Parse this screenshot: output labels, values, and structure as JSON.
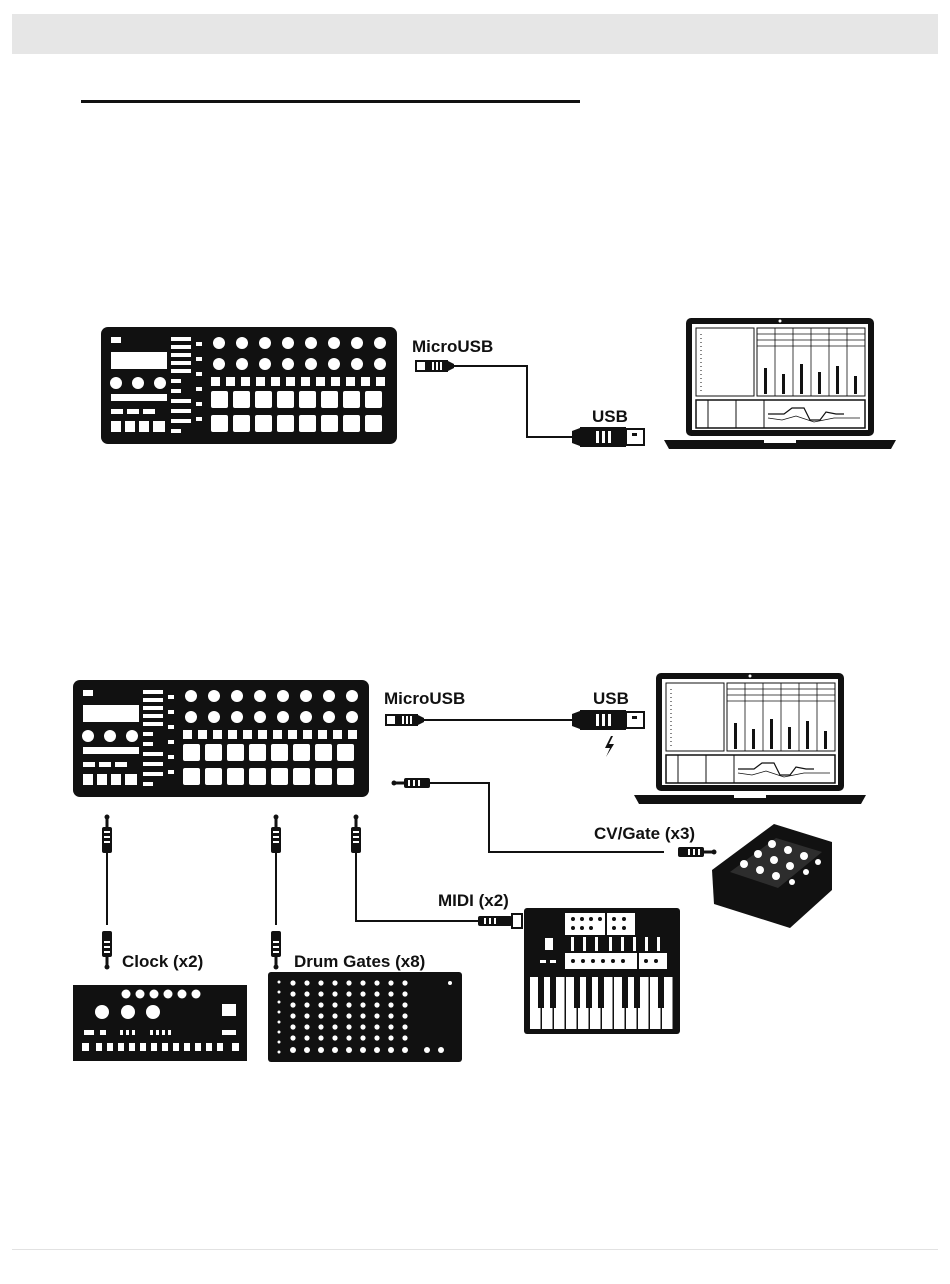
{
  "diagram_top": {
    "microusb_label": "MicroUSB",
    "usb_label": "USB"
  },
  "diagram_bottom": {
    "microusb_label": "MicroUSB",
    "usb_label": "USB",
    "cvgate_label": "CV/Gate (x3)",
    "midi_label": "MIDI (x2)",
    "clock_label": "Clock (x2)",
    "drumgates_label": "Drum Gates (x8)"
  },
  "colors": {
    "ink": "#111111",
    "header_bg": "#e6e6e6"
  }
}
